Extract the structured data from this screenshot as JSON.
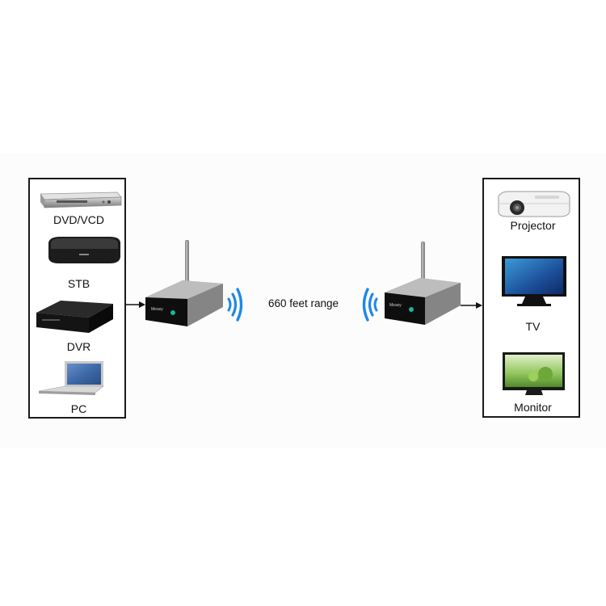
{
  "sources": {
    "items": [
      {
        "label": "DVD/VCD",
        "icon": "dvd-player-icon"
      },
      {
        "label": "STB",
        "icon": "set-top-box-icon"
      },
      {
        "label": "DVR",
        "icon": "dvr-icon"
      },
      {
        "label": "PC",
        "icon": "laptop-icon"
      }
    ]
  },
  "displays": {
    "items": [
      {
        "label": "Projector",
        "icon": "projector-icon"
      },
      {
        "label": "TV",
        "icon": "tv-icon"
      },
      {
        "label": "Monitor",
        "icon": "monitor-icon"
      }
    ]
  },
  "link": {
    "range_label": "660 feet range",
    "transmitter_icon": "av-transmitter-icon",
    "receiver_icon": "av-receiver-icon",
    "signal_color": "#1e88e5"
  },
  "colors": {
    "border": "#1a1a1a",
    "device_body": "#8a8a8a",
    "device_face": "#111111"
  }
}
